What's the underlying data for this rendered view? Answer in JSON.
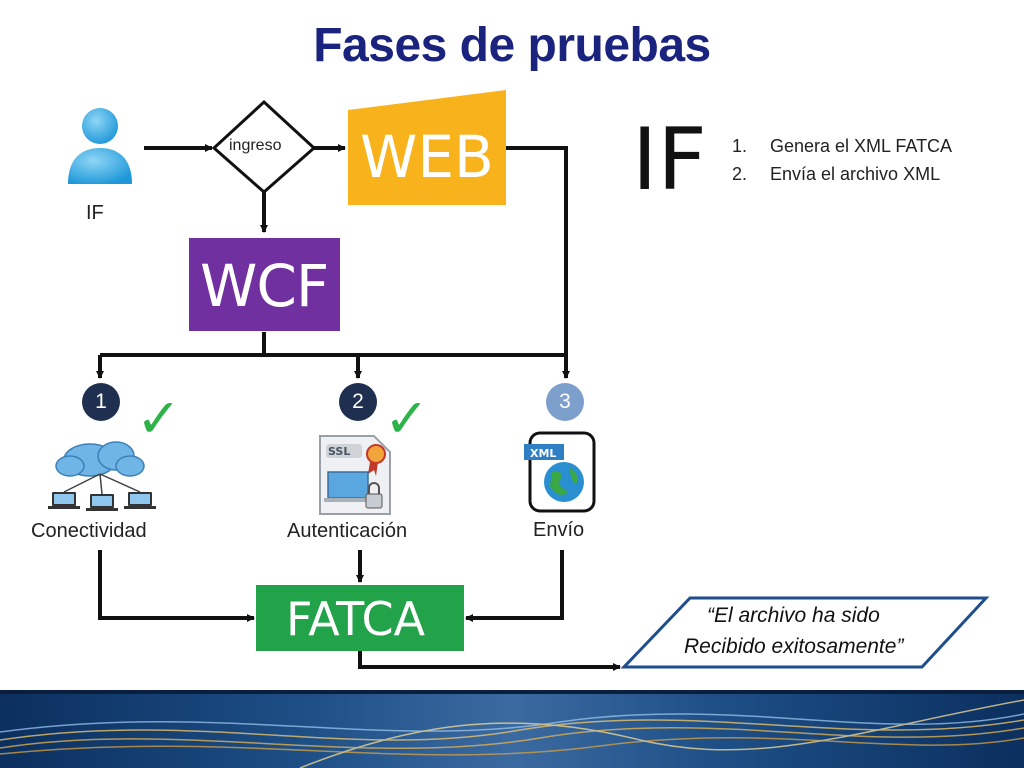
{
  "title": "Fases de pruebas",
  "actor": {
    "label": "IF",
    "icon": "user-icon"
  },
  "decision": {
    "label": "ingreso"
  },
  "web_box": {
    "label": "WEB",
    "color": "#f7b21c"
  },
  "wcf_box": {
    "label": "WCF",
    "color": "#7030a0"
  },
  "fatca_box": {
    "label": "FATCA",
    "color": "#22a34a"
  },
  "big_if": "IF",
  "if_steps": [
    {
      "num": "1.",
      "text": "Genera el XML FATCA"
    },
    {
      "num": "2.",
      "text": "Envía el archivo XML"
    }
  ],
  "phases": [
    {
      "num": "1",
      "label": "Conectividad",
      "icon": "cloud-network-icon",
      "checked": true,
      "circle_color": "#1e2f4f"
    },
    {
      "num": "2",
      "label": "Autenticación",
      "icon": "ssl-certificate-icon",
      "checked": true,
      "circle_color": "#1e2f4f"
    },
    {
      "num": "3",
      "label": "Envío",
      "icon": "xml-file-icon",
      "checked": false,
      "circle_color": "#7d9fcb"
    }
  ],
  "result_message": {
    "line1": "“El archivo ha sido",
    "line2": "Recibido exitosamente”"
  }
}
